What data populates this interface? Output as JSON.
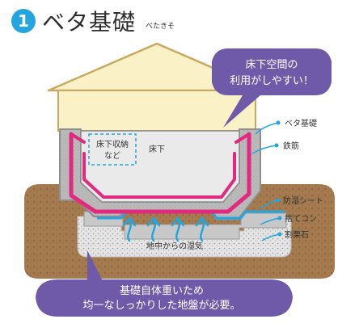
{
  "header": {
    "number": "1",
    "title": "ベタ基礎",
    "reading": "べたきそ"
  },
  "bubble_top": {
    "line1": "床下空間の",
    "line2": "利用がしやすい！"
  },
  "labels": {
    "storage_line1": "床下収納",
    "storage_line2": "など",
    "underfloor": "床下",
    "ground_moisture": "地中からの湿気"
  },
  "legend": {
    "beta_kiso": "ベタ基礎",
    "rebar": "鉄筋",
    "moisture_sheet": "防湿シート",
    "lean_concrete": "捨てコン",
    "crushed_stone": "割栗石"
  },
  "bubble_bottom": {
    "line1": "基礎自体重いため",
    "line2": "均一なしっかりした地盤が必要。"
  },
  "colors": {
    "accent_blue": "#23a6df",
    "bubble_purple": "#6e5aa8",
    "rebar_magenta": "#e2287f",
    "soil_brown": "#a47a4e",
    "house_cream": "#fbf1c6",
    "concrete_gray": "#b4b4b4"
  }
}
